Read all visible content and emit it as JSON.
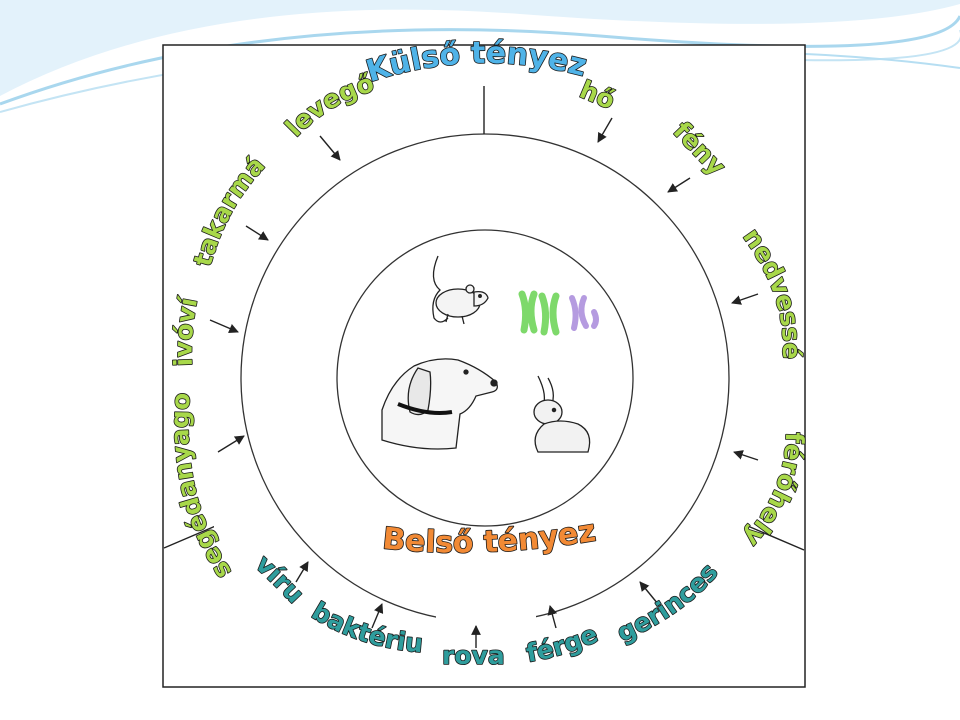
{
  "colors": {
    "external_title": "#4fb3e8",
    "internal_title": "#f28a35",
    "external_factor": "#a8d84a",
    "internal_factor": "#2f9d9d",
    "chromosome_green": "#7ed96b",
    "chromosome_purple": "#b59be0",
    "swoosh": "#a9d7ee"
  },
  "external": {
    "title": "Külső tényezők",
    "factors": {
      "ho": "hő",
      "feny": "fény",
      "nedvesseg": "nedvesség",
      "ferohely": "férőhely",
      "levego": "levegő",
      "takarmany": "takarmány",
      "ivoviz": "ivóvíz",
      "segedanyagok": "segédanyagok"
    }
  },
  "internal": {
    "title": "Belső tényezők",
    "factors": {
      "virus": "vírus",
      "bakterium": "baktérium",
      "rovar": "rovar",
      "fergek": "férgek",
      "gerincesek": "gerincesek"
    }
  },
  "illustrations": [
    "mouse-icon",
    "dog-icon",
    "rabbit-icon",
    "chromosome-icon"
  ]
}
